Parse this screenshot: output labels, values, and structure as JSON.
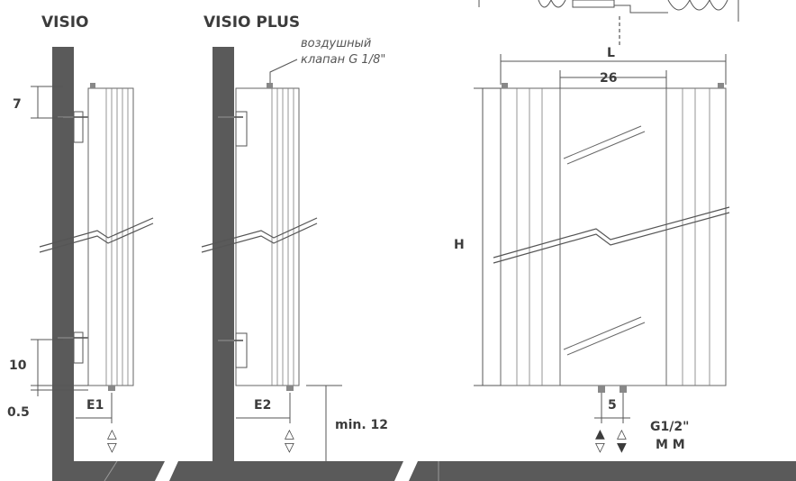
{
  "titles": {
    "visio": "VISIO",
    "visio_plus": "VISIO PLUS"
  },
  "air_valve_note": {
    "line1": "воздушный",
    "line2": "клапан G 1/8\""
  },
  "dimensions": {
    "top_offset": "7",
    "bottom_offset": "10",
    "bottom_gap": "0.5",
    "e1": "E1",
    "e2": "E2",
    "min_height": "min. 12",
    "width": "L",
    "panel_width": "26",
    "height": "H",
    "pipe_spacing": "5"
  },
  "connection": {
    "thread": "G1/2\"",
    "type": "M M"
  },
  "flow_symbols": {
    "up": "△",
    "down": "▽",
    "up_filled": "▲",
    "down_filled": "▼"
  },
  "colors": {
    "wall": "#5a5a5a",
    "floor": "#5a5a5a",
    "outline": "#666666",
    "text": "#3c3c3c"
  }
}
